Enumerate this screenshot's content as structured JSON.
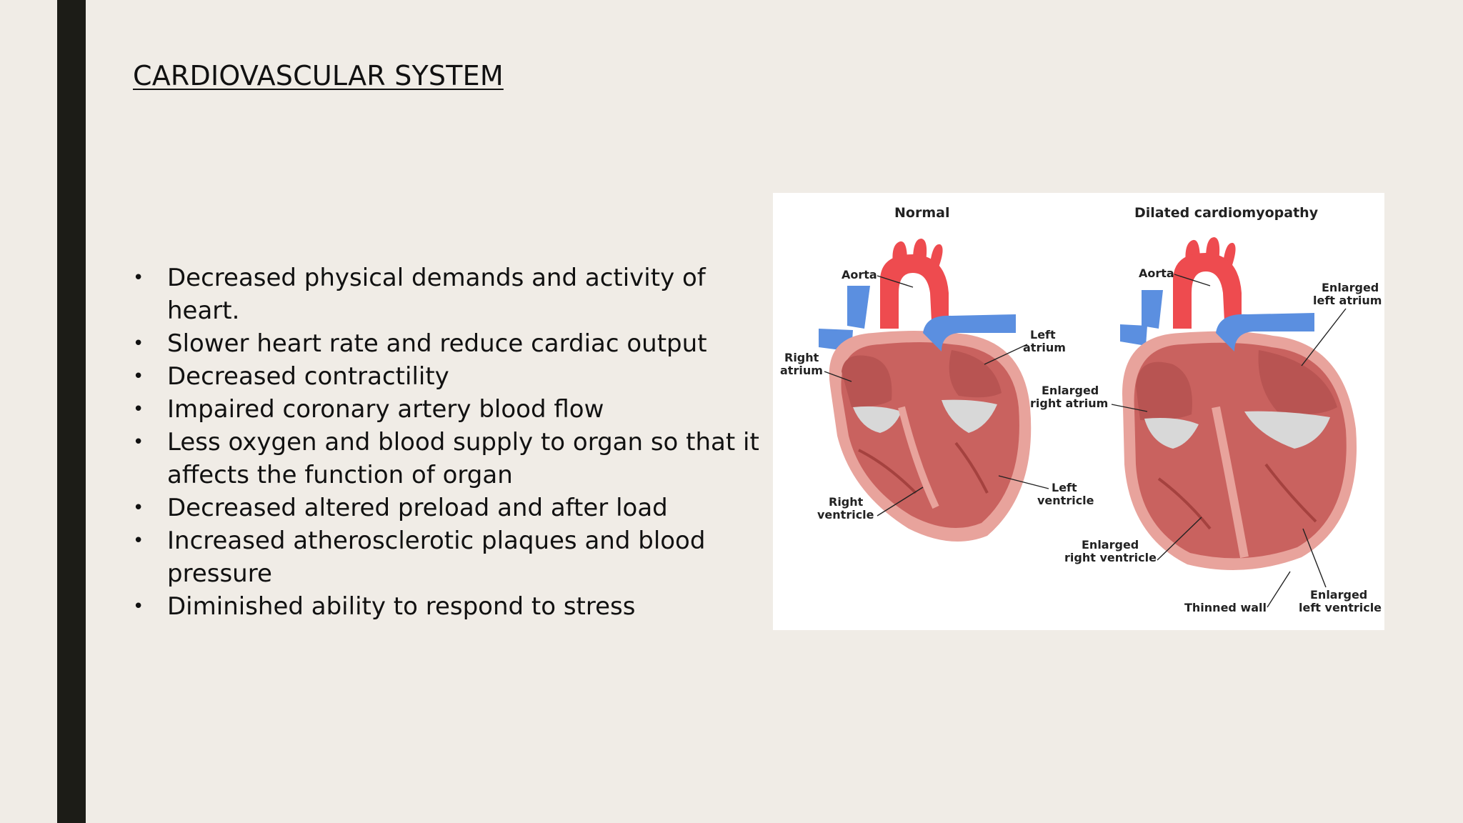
{
  "slide": {
    "title": "CARDIOVASCULAR SYSTEM",
    "bullets": [
      "Decreased physical demands and activity of heart.",
      "Slower heart rate and reduce cardiac output",
      "Decreased contractility",
      "Impaired coronary artery blood flow",
      "Less oxygen and blood supply to organ so that it affects the function of organ",
      "Decreased altered preload and after load",
      "Increased atherosclerotic plaques and blood pressure",
      "Diminished ability to respond to stress"
    ],
    "bullet_glyph": "•"
  },
  "figure": {
    "normal": {
      "heading": "Normal",
      "labels": {
        "aorta": "Aorta",
        "left_atrium_1": "Left",
        "left_atrium_2": "atrium",
        "right_atrium_1": "Right",
        "right_atrium_2": "atrium",
        "right_ventricle_1": "Right",
        "right_ventricle_2": "ventricle",
        "left_ventricle_1": "Left",
        "left_ventricle_2": "ventricle"
      }
    },
    "dilated": {
      "heading": "Dilated cardiomyopathy",
      "labels": {
        "aorta": "Aorta",
        "enlarged_left_atrium_1": "Enlarged",
        "enlarged_left_atrium_2": "left atrium",
        "enlarged_right_atrium_1": "Enlarged",
        "enlarged_right_atrium_2": "right atrium",
        "enlarged_right_ventricle_1": "Enlarged",
        "enlarged_right_ventricle_2": "right ventricle",
        "thinned_wall": "Thinned wall",
        "enlarged_left_ventricle_1": "Enlarged",
        "enlarged_left_ventricle_2": "left ventricle"
      }
    }
  },
  "colors": {
    "background": "#f0ece6",
    "accent_bar": "#1c1c17",
    "text": "#111111",
    "heart_muscle": "#c9625f",
    "heart_outer": "#e8a39c",
    "aorta_red": "#ee4b4f",
    "vein_blue": "#5b8fe0",
    "valve_gray": "#d8d8d8"
  }
}
